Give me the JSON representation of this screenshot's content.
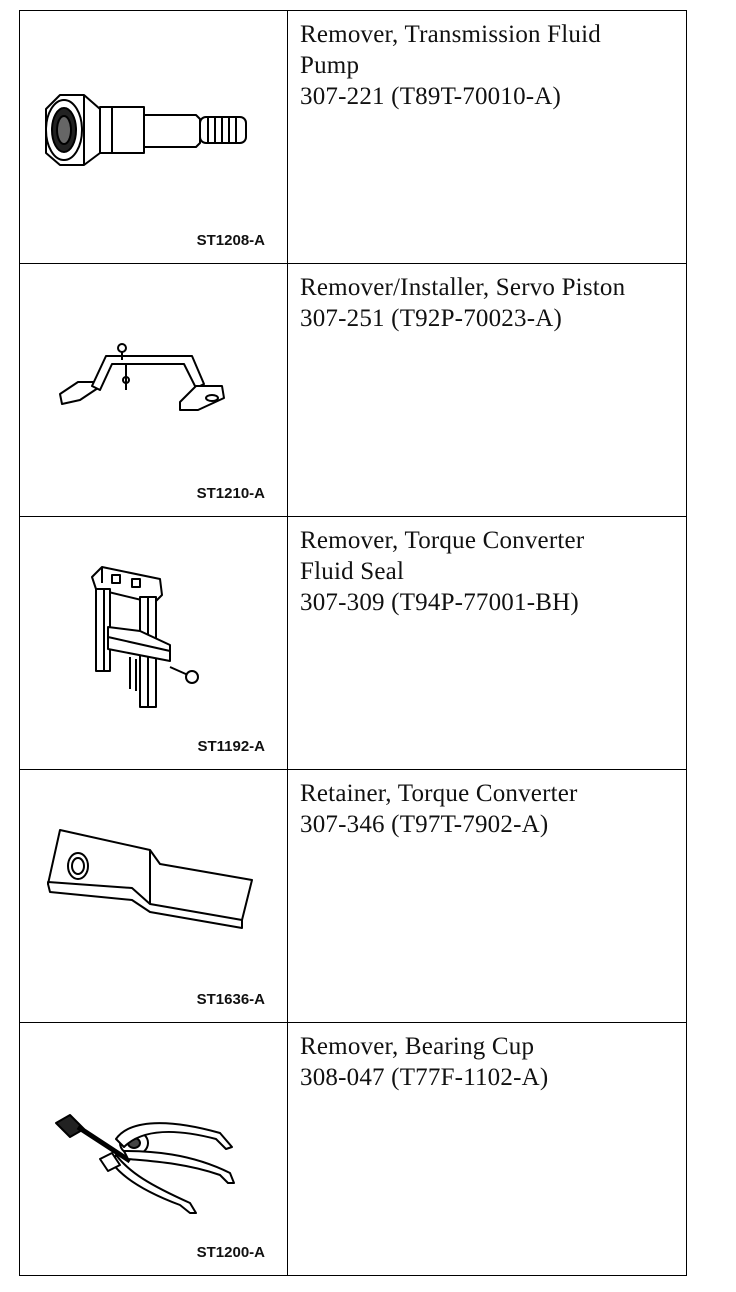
{
  "tools": [
    {
      "code": "ST1208-A",
      "icon": "fluid-pump-remover-icon",
      "lines": [
        "Remover, Transmission Fluid",
        "Pump",
        "307-221 (T89T-70010-A)"
      ]
    },
    {
      "code": "ST1210-A",
      "icon": "servo-piston-remover-installer-icon",
      "lines": [
        "Remover/Installer, Servo Piston",
        "307-251 (T92P-70023-A)"
      ]
    },
    {
      "code": "ST1192-A",
      "icon": "fluid-seal-remover-icon",
      "lines": [
        "Remover, Torque Converter",
        "Fluid Seal",
        "307-309 (T94P-77001-BH)"
      ]
    },
    {
      "code": "ST1636-A",
      "icon": "torque-converter-retainer-icon",
      "lines": [
        "Retainer, Torque Converter",
        "307-346 (T97T-7902-A)"
      ]
    },
    {
      "code": "ST1200-A",
      "icon": "bearing-cup-remover-icon",
      "lines": [
        "Remover, Bearing Cup",
        "308-047 (T77F-1102-A)"
      ]
    }
  ]
}
